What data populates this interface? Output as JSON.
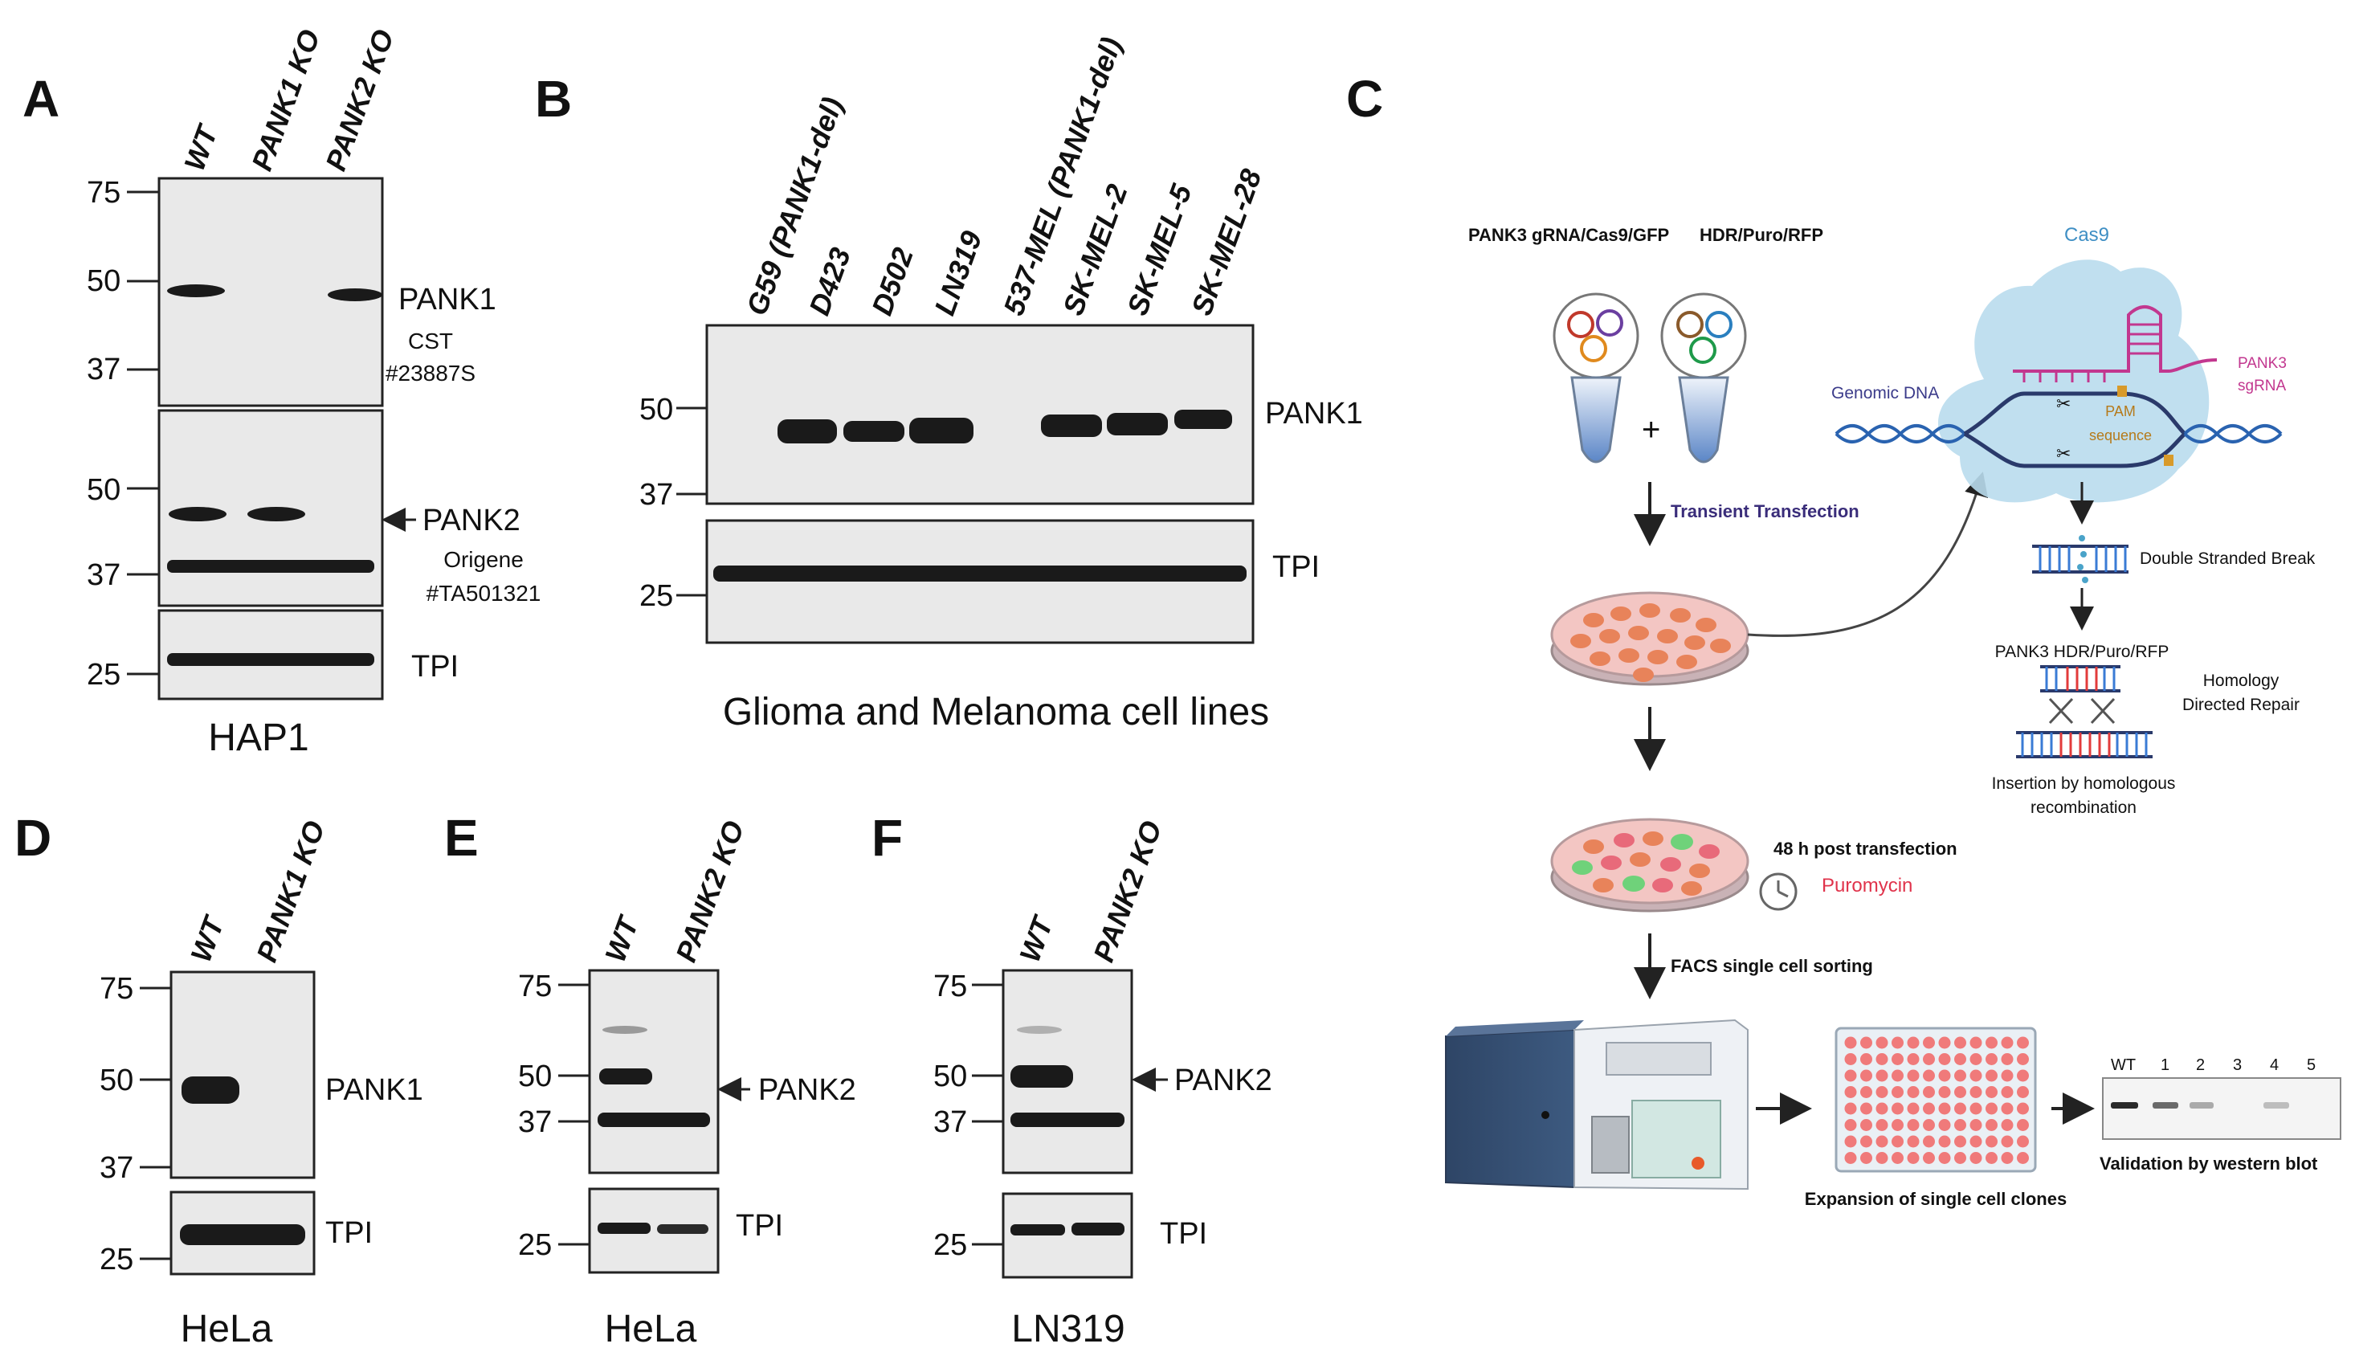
{
  "panel_a": {
    "letter": "A",
    "lanes": [
      "WT",
      "PANK1 KO",
      "PANK2 KO"
    ],
    "markers_top": [
      "75",
      "50",
      "37"
    ],
    "markers_mid": [
      "50",
      "37"
    ],
    "markers_bot": [
      "25"
    ],
    "pank1": "PANK1",
    "pank1_ab1": "CST",
    "pank1_ab2": "#23887S",
    "pank2": "PANK2",
    "pank2_ab1": "Origene",
    "pank2_ab2": "#TA501321",
    "tpi": "TPI",
    "cell_line": "HAP1"
  },
  "panel_b": {
    "letter": "B",
    "lanes": [
      "G59 (PANK1-del)",
      "D423",
      "D502",
      "LN319",
      "537-MEL (PANK1-del)",
      "SK-MEL-2",
      "SK-MEL-5",
      "SK-MEL-28"
    ],
    "markers_top": [
      "50",
      "37"
    ],
    "markers_bot": [
      "25"
    ],
    "pank1": "PANK1",
    "tpi": "TPI",
    "caption": "Glioma and Melanoma cell lines"
  },
  "panel_c": {
    "letter": "C",
    "plasmid1": "PANK3 gRNA/Cas9/GFP",
    "plasmid2": "HDR/Puro/RFP",
    "plus": "+",
    "transfection": "Transient Transfection",
    "cas9": "Cas9",
    "genomic_dna": "Genomic DNA",
    "sgrna1": "PANK3",
    "sgrna2": "sgRNA",
    "pam1": "PAM",
    "pam2": "sequence",
    "dsb": "Double Stranded Break",
    "hdr_template": "PANK3 HDR/Puro/RFP",
    "hdr1": "Homology",
    "hdr2": "Directed Repair",
    "insertion1": "Insertion by homologous",
    "insertion2": "recombination",
    "post": "48 h post transfection",
    "puromycin": "Puromycin",
    "facs": "FACS  single cell sorting",
    "expansion": "Expansion of single cell clones",
    "wb_lanes": [
      "WT",
      "1",
      "2",
      "3",
      "4",
      "5"
    ],
    "validation": "Validation by western blot"
  },
  "panel_d": {
    "letter": "D",
    "lanes": [
      "WT",
      "PANK1 KO"
    ],
    "markers_top": [
      "75",
      "50",
      "37"
    ],
    "markers_bot": [
      "25"
    ],
    "pank1": "PANK1",
    "tpi": "TPI",
    "cell_line": "HeLa"
  },
  "panel_e": {
    "letter": "E",
    "lanes": [
      "WT",
      "PANK2 KO"
    ],
    "markers_top": [
      "75",
      "50",
      "37"
    ],
    "markers_bot": [
      "25"
    ],
    "pank2": "PANK2",
    "tpi": "TPI",
    "cell_line": "HeLa"
  },
  "panel_f": {
    "letter": "F",
    "lanes": [
      "WT",
      "PANK2 KO"
    ],
    "markers_top": [
      "75",
      "50",
      "37"
    ],
    "markers_bot": [
      "25"
    ],
    "pank2": "PANK2",
    "tpi": "TPI",
    "cell_line": "LN319"
  },
  "colors": {
    "blot_bg": "#e9e9e9",
    "band": "#1a1a1a",
    "dish_cells": "#e8835a",
    "gfp_cells": "#6fd27a",
    "cas9_blob": "#b9dced",
    "sgrna": "#c2378f",
    "pam": "#d89a2a",
    "puromycin": "#e0334b"
  }
}
